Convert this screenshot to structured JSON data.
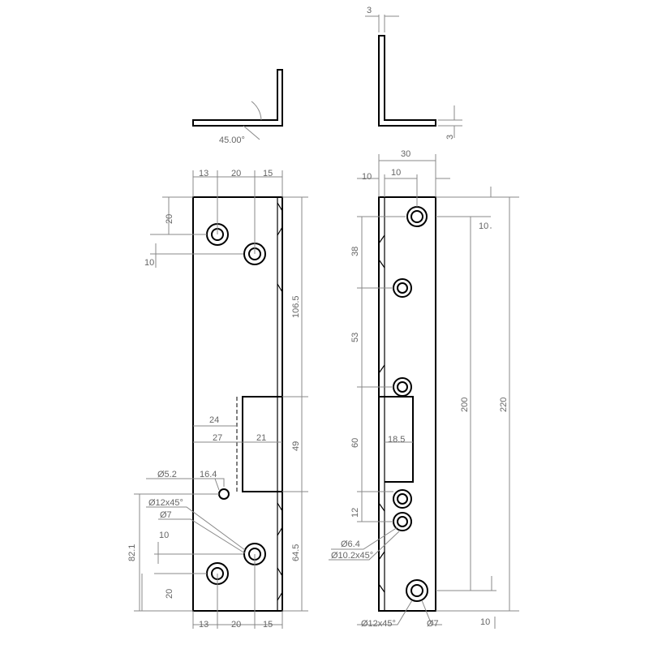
{
  "top_left_view": {
    "angle": "45.00°"
  },
  "top_right_view": {
    "thickness_top": "3",
    "thickness_side": "3"
  },
  "left_view": {
    "top_widths": [
      "13",
      "20",
      "15"
    ],
    "bottom_widths": [
      "13",
      "20",
      "15"
    ],
    "hole_offset_top": "20",
    "hole_offset_second": "10",
    "right_height_top": "106.5",
    "cutout_height": "49",
    "right_height_bottom": "64.5",
    "cutout_depth_24": "24",
    "cutout_27": "27",
    "cutout_21": "21",
    "small_hole_dia": "Ø5.2",
    "small_hole_offset": "16.4",
    "countersink": "Ø12x45°",
    "hole_dia": "Ø7",
    "bottom_offset_10": "10",
    "bottom_height": "82.1",
    "bottom_offset_20": "20"
  },
  "right_view": {
    "width": "30",
    "edge_10a": "10",
    "edge_10b": "10",
    "top_offset": "10",
    "spacing_38": "38",
    "spacing_53": "53",
    "spacing_60": "60",
    "cutout_width": "18.5",
    "spacing_12": "12",
    "hole_dia_small": "Ø6.4",
    "countersink_small": "Ø10.2x45°",
    "countersink": "Ø12x45°",
    "hole_dia": "Ø7",
    "height_200": "200",
    "height_220": "220",
    "bottom_offset": "10"
  }
}
